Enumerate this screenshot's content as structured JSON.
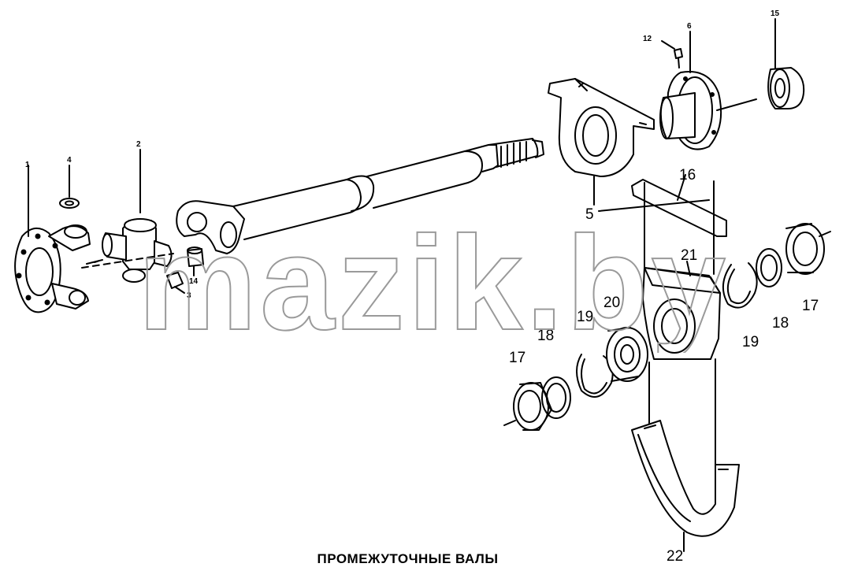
{
  "caption": "ПРОМЕЖУТОЧНЫЕ ВАЛЫ",
  "watermark": "mazik.by",
  "colors": {
    "ink": "#000000",
    "watermark_stroke": "#9a9a9a",
    "background": "#ffffff"
  },
  "labels": {
    "l1": "1",
    "l2": "2",
    "l3": "3",
    "l4": "4",
    "l5": "5",
    "l6": "6",
    "l12": "12",
    "l14": "14",
    "l15": "15",
    "l16": "16",
    "l17a": "17",
    "l17b": "17",
    "l18a": "18",
    "l18b": "18",
    "l19a": "19",
    "l19b": "19",
    "l20": "20",
    "l21": "21",
    "l22": "22"
  }
}
